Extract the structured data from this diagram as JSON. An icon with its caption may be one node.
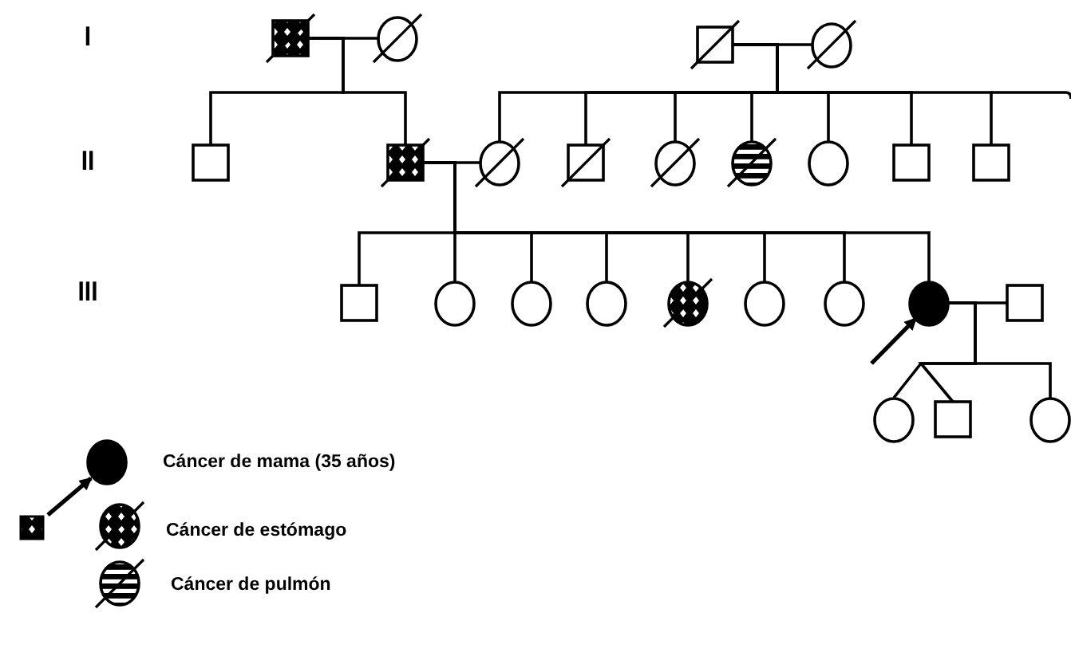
{
  "diagram": {
    "nodes": [
      {
        "text": [],
        "shape": "box"
      },
      {
        "text": [],
        "shape": "circle"
      },
      {
        "text": [],
        "shape": "box"
      },
      {
        "text": [],
        "shape": "circle"
      },
      {
        "text": [],
        "shape": "box"
      },
      {
        "text": [],
        "shape": "box"
      },
      {
        "text": [],
        "shape": "circle"
      },
      {
        "text": [],
        "shape": "box"
      },
      {
        "text": [],
        "shape": "circle"
      },
      {
        "text": [],
        "shape": "circle"
      },
      {
        "text": [],
        "shape": "circle"
      },
      {
        "text": [],
        "shape": "box"
      },
      {
        "text": [],
        "shape": "box"
      },
      {
        "text": [],
        "shape": "box"
      },
      {
        "text": [],
        "shape": "circle"
      },
      {
        "text": [],
        "shape": "circle"
      },
      {
        "text": [],
        "shape": "circle"
      },
      {
        "text": [],
        "shape": "circle"
      },
      {
        "text": [],
        "shape": "circle"
      },
      {
        "text": [],
        "shape": "circle"
      },
      {
        "text": [],
        "shape": "circle"
      },
      {
        "text": [],
        "shape": "box"
      },
      {
        "text": [],
        "shape": "circle"
      },
      {
        "text": [],
        "shape": "box"
      },
      {
        "text": [],
        "shape": "circle"
      }
    ],
    "edges": [
      {
        "from": 0,
        "to": 1,
        "arrow": "none"
      },
      {
        "from": 0,
        "to": 4,
        "arrow": "none"
      },
      {
        "from": 0,
        "to": 5,
        "arrow": "none"
      },
      {
        "from": 2,
        "to": 3,
        "arrow": "none"
      },
      {
        "from": 2,
        "to": 6,
        "arrow": "none"
      },
      {
        "from": 2,
        "to": 7,
        "arrow": "none"
      },
      {
        "from": 2,
        "to": 8,
        "arrow": "none"
      },
      {
        "from": 2,
        "to": 9,
        "arrow": "none"
      },
      {
        "from": 2,
        "to": 10,
        "arrow": "none"
      },
      {
        "from": 2,
        "to": 11,
        "arrow": "none"
      },
      {
        "from": 2,
        "to": 12,
        "arrow": "none"
      },
      {
        "from": 5,
        "to": 6,
        "arrow": "none"
      },
      {
        "from": 5,
        "to": 13,
        "arrow": "none"
      },
      {
        "from": 5,
        "to": 14,
        "arrow": "none"
      },
      {
        "from": 5,
        "to": 15,
        "arrow": "none"
      },
      {
        "from": 5,
        "to": 16,
        "arrow": "none"
      },
      {
        "from": 5,
        "to": 17,
        "arrow": "none"
      },
      {
        "from": 5,
        "to": 18,
        "arrow": "none"
      },
      {
        "from": 5,
        "to": 19,
        "arrow": "none"
      },
      {
        "from": 5,
        "to": 20,
        "arrow": "none"
      },
      {
        "from": 20,
        "to": 21,
        "arrow": "none"
      },
      {
        "from": 20,
        "to": 22,
        "arrow": "none"
      },
      {
        "from": 20,
        "to": 23,
        "arrow": "none"
      },
      {
        "from": 20,
        "to": 24,
        "arrow": "none"
      },
      {
        "from": null,
        "to": 20,
        "arrow": "to"
      }
    ],
    "labels": [
      "I",
      "II",
      "III"
    ],
    "legend": [
      {
        "text": "Cáncer de mama (35 años)"
      },
      {
        "text": "Cáncer de estómago"
      },
      {
        "text": "Cáncer de pulmón"
      }
    ]
  }
}
